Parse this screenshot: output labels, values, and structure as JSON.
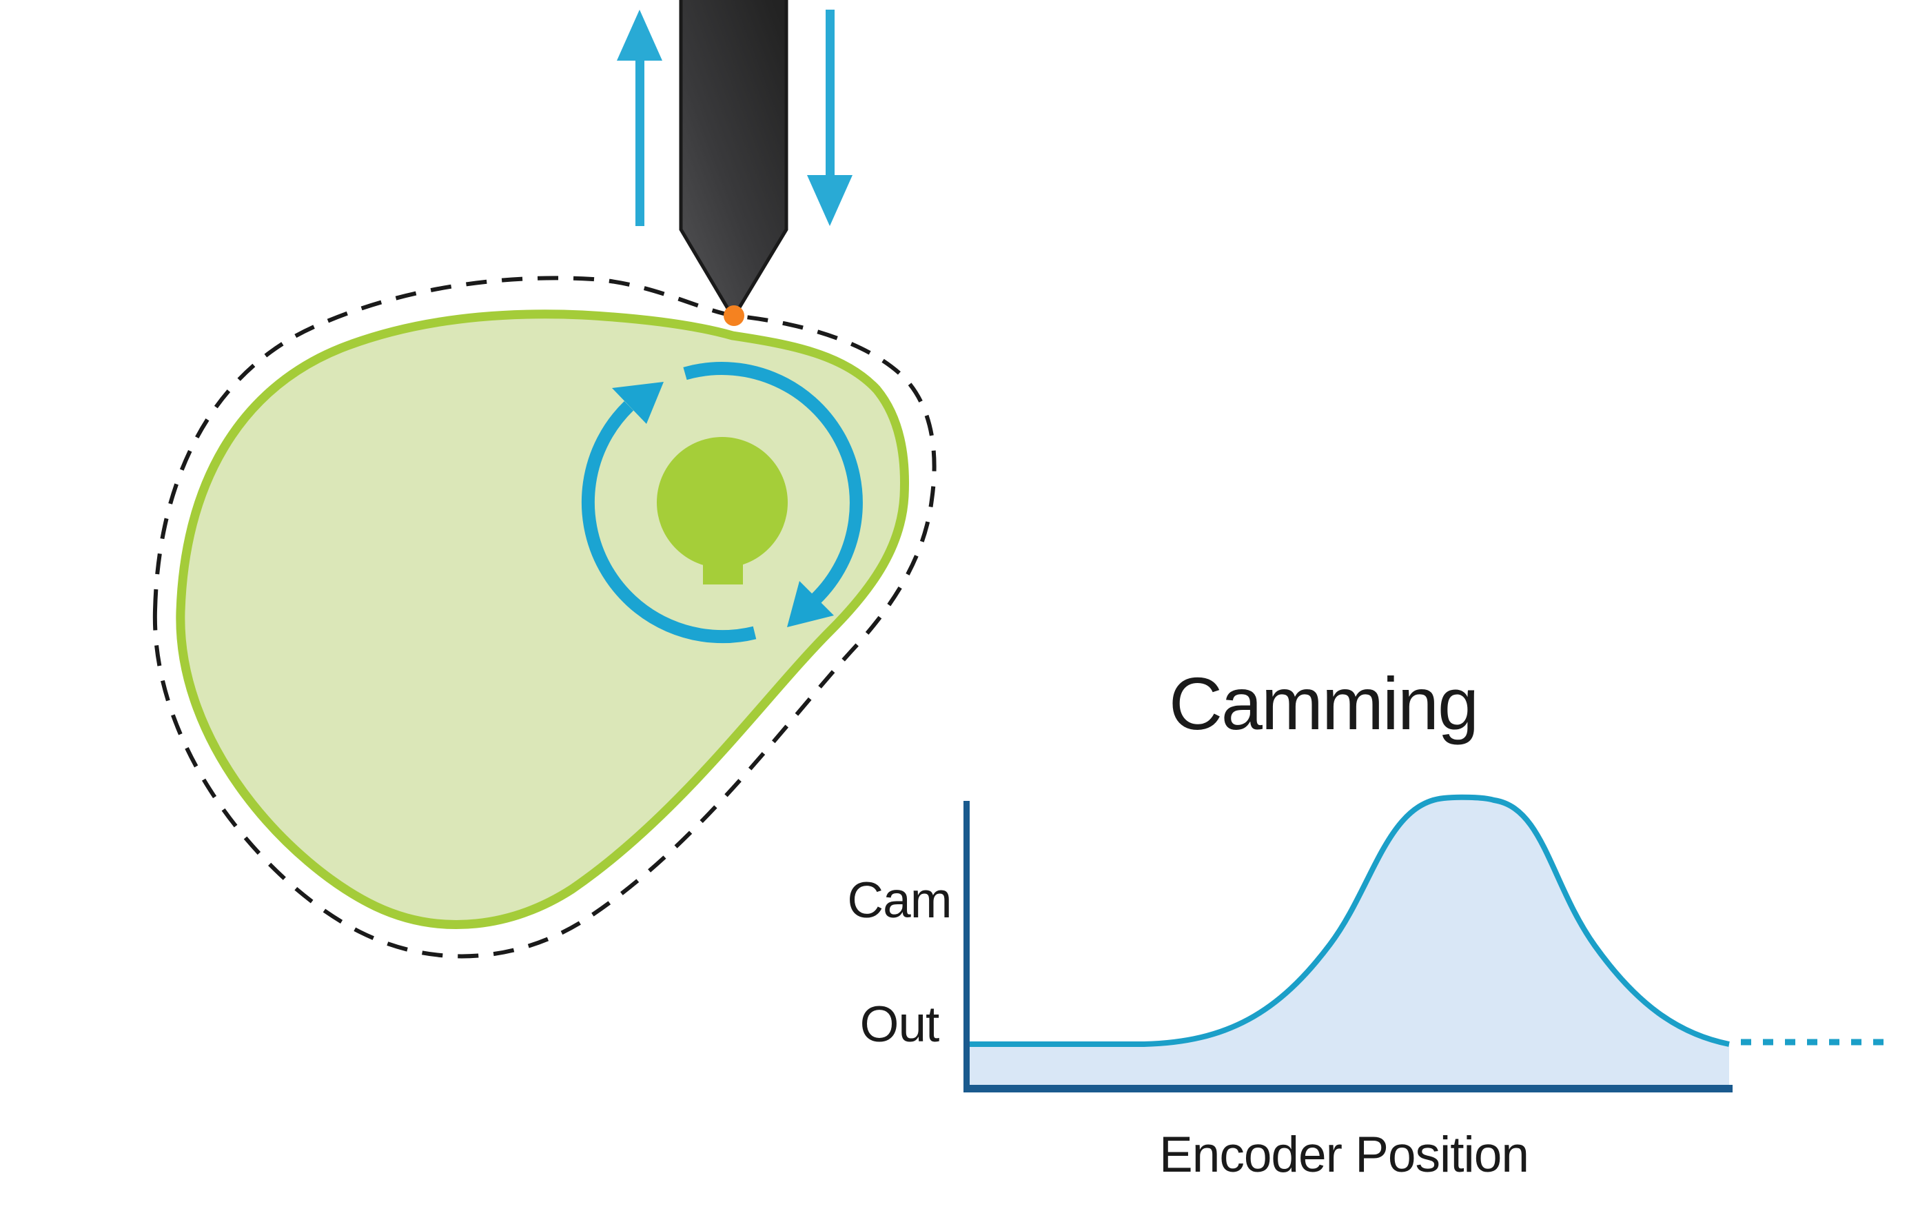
{
  "page": {
    "background": "#ffffff",
    "description_of_visible_content": "Diagram of a rotating cam with follower and a cam-profile chart"
  },
  "chart": {
    "title": "Camming",
    "y_axis_label_line1": "Cam",
    "y_axis_label_line2": "Out",
    "x_axis_label": "Encoder Position"
  },
  "colors": {
    "cam_fill": "#dbe7b8",
    "cam_stroke": "#a4cc39",
    "hub_green": "#a5ce39",
    "arrow_cyan": "#29aad5",
    "rotation_cyan": "#1ba4d2",
    "contact_orange": "#f58220",
    "follower_dark": "#232323",
    "follower_mid": "#3a3a3c",
    "follower_light": "#545456",
    "outline_black": "#1a1a1a",
    "curve_cyan": "#1b9fc8",
    "curve_fill": "#d9e7f6",
    "axis_navy": "#1a5a8e",
    "text_black": "#1a1a1a"
  },
  "icons": [
    "up-arrow-icon",
    "down-arrow-icon",
    "rotation-cw-arrow-top-icon",
    "rotation-cw-arrow-bottom-icon"
  ],
  "chart_data": {
    "type": "area",
    "title": "Camming",
    "xlabel": "Encoder Position",
    "ylabel": "Cam Out",
    "tick_labels": "none (qualitative sketch, no numeric ticks shown)",
    "grid": false,
    "legend_position": "none",
    "x_percent_of_axis": [
      0,
      26,
      36,
      45,
      52,
      57,
      60,
      66,
      71,
      76,
      81,
      88,
      95,
      100
    ],
    "y_normalized_cam_out": [
      0.15,
      0.16,
      0.21,
      0.38,
      0.64,
      0.85,
      0.97,
      1.0,
      0.98,
      0.81,
      0.57,
      0.33,
      0.2,
      0.15
    ],
    "baseline_value": 0.15,
    "peak_value": 1.0,
    "peak_x_percent": 66,
    "curve_color": "#1b9fc8",
    "fill_color": "#d9e7f6",
    "axis_color": "#1a5a8e",
    "dotted_continuation_after_axis_end": true,
    "dotted_continuation_level": 0.15
  }
}
